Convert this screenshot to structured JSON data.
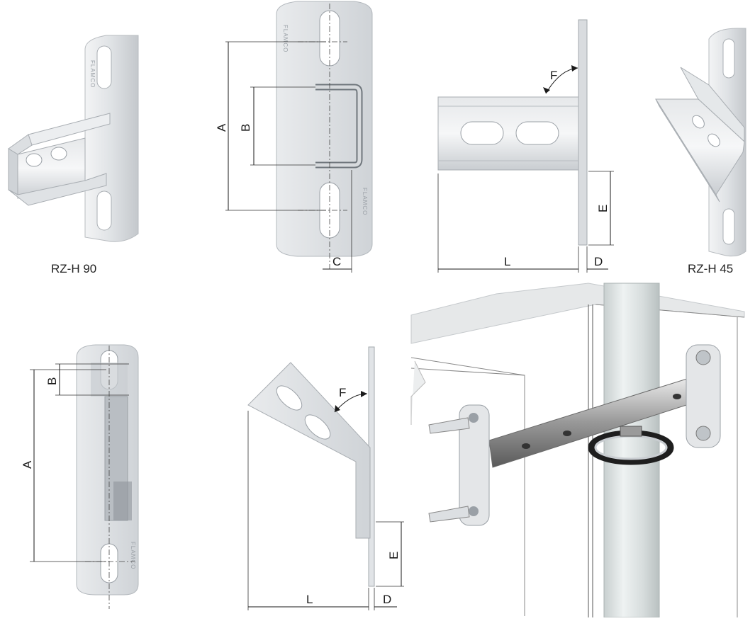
{
  "captions": {
    "rz_h_90": "RZ-H 90",
    "rz_h_45": "RZ-H 45"
  },
  "brand": "FLAMCO",
  "dimensions": {
    "A": "A",
    "B": "B",
    "C": "C",
    "D": "D",
    "E": "E",
    "F": "F",
    "L": "L"
  },
  "colors": {
    "steel_light": "#e8eaec",
    "steel_mid": "#c9cdd1",
    "steel_dark": "#8f959b",
    "pipe": "#d6dcdc",
    "line": "#1a1a1a"
  }
}
